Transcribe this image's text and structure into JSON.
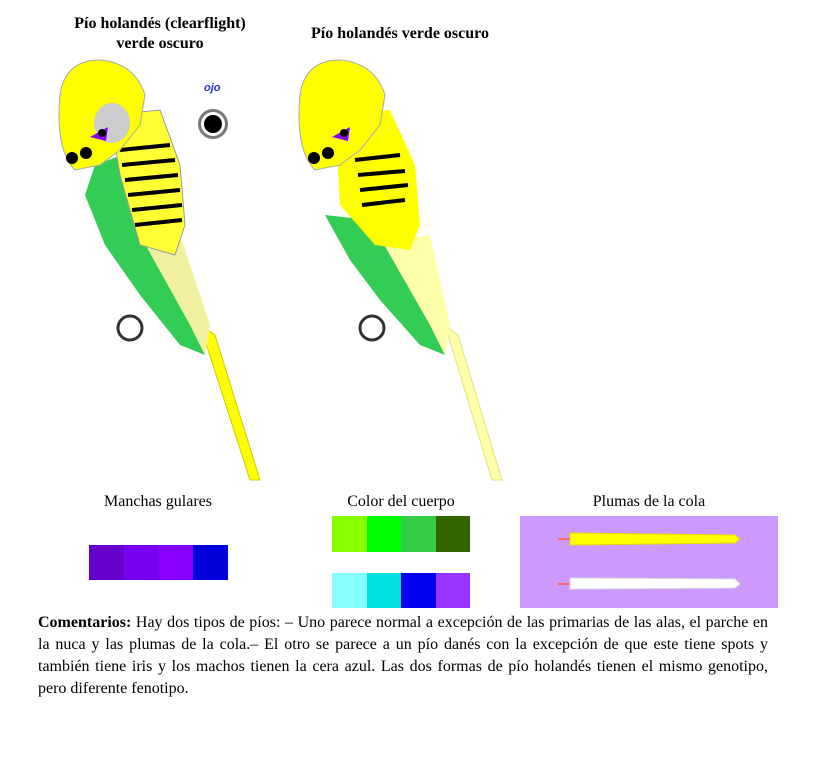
{
  "birds": [
    {
      "title_line1": "Pío holandés (clearflight)",
      "title_line2": "verde oscuro"
    },
    {
      "title": "Pío holandés verde oscuro"
    }
  ],
  "eye_label": "ojo",
  "sections": {
    "throat": {
      "label": "Manchas gulares",
      "colors": [
        "#6600cc",
        "#7700ee",
        "#8800ff",
        "#0000dd"
      ]
    },
    "body": {
      "label": "Color del cuerpo",
      "row1": [
        "#88ff00",
        "#00ff00",
        "#33cc44",
        "#336600"
      ],
      "row2": [
        "#88ffff",
        "#00e0e0",
        "#0000ee",
        "#9933ff"
      ]
    },
    "tail": {
      "label": "Plumas de la cola",
      "background": "#cc99ff"
    }
  },
  "comment": {
    "heading": "Comentarios:",
    "text": " Hay dos tipos de píos: – Uno parece normal a excepción de las primarias de las alas, el parche en la nuca y las plumas de la cola.– El otro se parece a un pío danés con la excepción de que este tiene spots y también tiene iris y los machos tienen la cera azul. Las dos formas de pío holandés tienen el mismo genotipo, pero diferente fenotipo."
  }
}
